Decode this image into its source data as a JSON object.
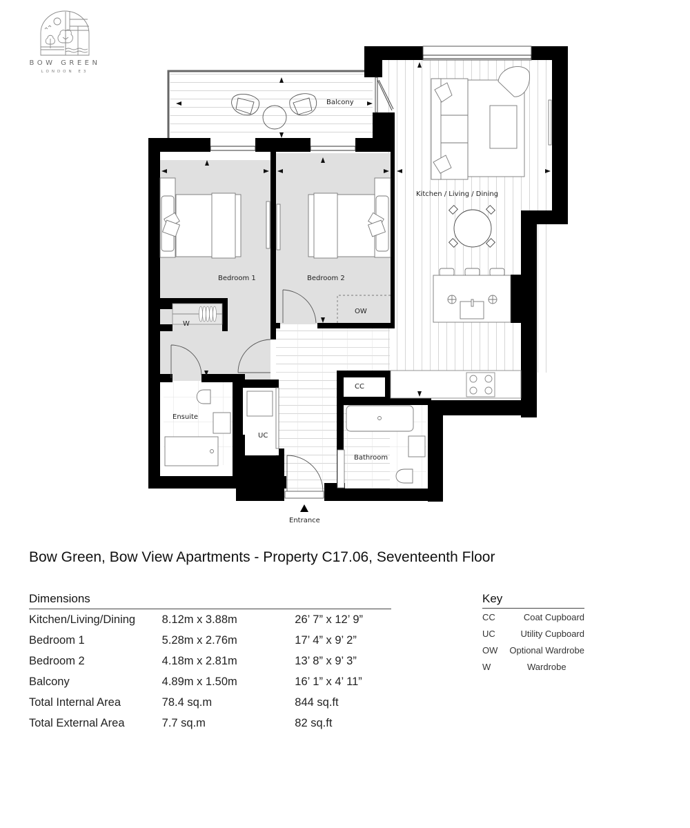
{
  "logo": {
    "brand": "BOW GREEN",
    "location": "LONDON E3",
    "icon": "arched-tree-landscape-icon"
  },
  "plan": {
    "rooms": {
      "balcony": "Balcony",
      "kitchen_living_dining": "Kitchen / Living / Dining",
      "bedroom1": "Bedroom 1",
      "bedroom2": "Bedroom 2",
      "ensuite": "Ensuite",
      "bathroom": "Bathroom",
      "uc": "UC",
      "cc": "CC",
      "ow": "OW",
      "w": "W"
    },
    "entrance_label": "Entrance",
    "colors": {
      "wall": "#000000",
      "bedroom_fill": "#e0e0e0",
      "floor_lines": "#d8d8d8",
      "furniture_stroke": "#555555"
    }
  },
  "title": "Bow Green, Bow View Apartments - Property C17.06, Seventeenth Floor",
  "dimensions": {
    "heading": "Dimensions",
    "rows": [
      {
        "room": "Kitchen/Living/Dining",
        "metric": "8.12m x 3.88m",
        "imperial": "26’ 7” x 12’ 9”"
      },
      {
        "room": "Bedroom 1",
        "metric": "5.28m x 2.76m",
        "imperial": "17’ 4” x 9’ 2”"
      },
      {
        "room": "Bedroom 2",
        "metric": "4.18m x 2.81m",
        "imperial": "13’ 8” x 9’ 3”"
      },
      {
        "room": "Balcony",
        "metric": "4.89m x 1.50m",
        "imperial": "16’ 1” x 4’ 11”"
      },
      {
        "room": "Total Internal Area",
        "metric": "78.4 sq.m",
        "imperial": "844 sq.ft"
      },
      {
        "room": "Total External Area",
        "metric": "7.7 sq.m",
        "imperial": "82 sq.ft"
      }
    ]
  },
  "key": {
    "heading": "Key",
    "items": [
      {
        "code": "CC",
        "label": "Coat Cupboard"
      },
      {
        "code": "UC",
        "label": "Utility Cupboard"
      },
      {
        "code": "OW",
        "label": "Optional Wardrobe"
      },
      {
        "code": "W",
        "label": "Wardrobe"
      }
    ]
  }
}
